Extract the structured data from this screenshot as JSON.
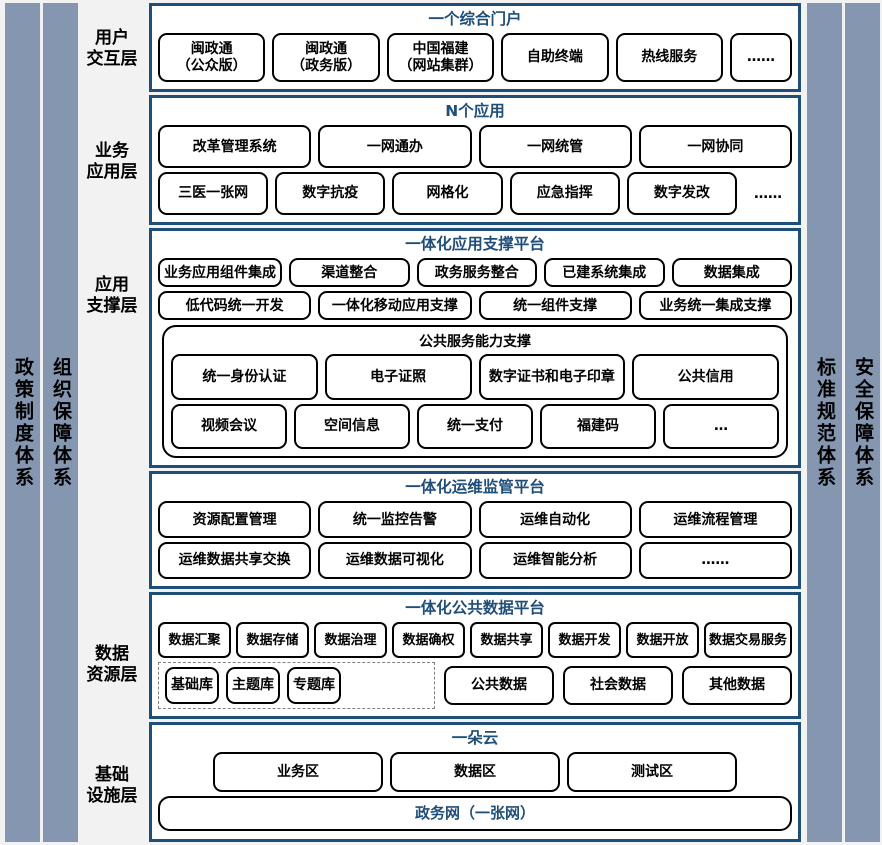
{
  "colors": {
    "pillar_bg": "#8496B0",
    "layer_border": "#1F4E79",
    "title_text": "#1F4E79",
    "page_bg": "#F2F2F2",
    "pill_border": "#000000",
    "dashed_border": "#7F7F7F"
  },
  "left_pillars": [
    {
      "label": "政策制度体系"
    },
    {
      "label": "组织保障体系"
    }
  ],
  "right_pillars": [
    {
      "label": "标准规范体系"
    },
    {
      "label": "安全保障体系"
    }
  ],
  "layer_labels": [
    {
      "line1": "用户",
      "line2": "交互层"
    },
    {
      "line1": "业务",
      "line2": "应用层"
    },
    {
      "line1": "应用",
      "line2": "支撑层"
    },
    {
      "line1": "数据",
      "line2": "资源层"
    },
    {
      "line1": "基础",
      "line2": "设施层"
    }
  ],
  "layers": [
    {
      "id": "portal",
      "title": "一个综合门户",
      "rows": [
        {
          "items": [
            {
              "label": "闽政通\n（公众版）"
            },
            {
              "label": "闽政通\n（政务版）"
            },
            {
              "label": "中国福建\n（网站集群）"
            },
            {
              "label": "自助终端"
            },
            {
              "label": "热线服务"
            },
            {
              "label": "……"
            }
          ]
        }
      ]
    },
    {
      "id": "apps",
      "title": "N个应用",
      "rows": [
        {
          "items": [
            {
              "label": "改革管理系统"
            },
            {
              "label": "一网通办"
            },
            {
              "label": "一网统管"
            },
            {
              "label": "一网协同"
            }
          ]
        },
        {
          "items": [
            {
              "label": "三医一张网"
            },
            {
              "label": "数字抗疫"
            },
            {
              "label": "网格化"
            },
            {
              "label": "应急指挥"
            },
            {
              "label": "数字发改"
            },
            {
              "label": "……",
              "plain": true
            }
          ]
        }
      ]
    },
    {
      "id": "app-support",
      "title": "一体化应用支撑平台",
      "rows": [
        {
          "items": [
            {
              "label": "业务应用组件集成"
            },
            {
              "label": "渠道整合"
            },
            {
              "label": "政务服务整合"
            },
            {
              "label": "已建系统集成"
            },
            {
              "label": "数据集成"
            }
          ]
        },
        {
          "items": [
            {
              "label": "低代码统一开发"
            },
            {
              "label": "一体化移动应用支撑"
            },
            {
              "label": "统一组件支撑"
            },
            {
              "label": "业务统一集成支撑"
            }
          ]
        }
      ],
      "subgroup": {
        "title": "公共服务能力支撑",
        "rows": [
          {
            "items": [
              {
                "label": "统一身份认证"
              },
              {
                "label": "电子证照"
              },
              {
                "label": "数字证书和电子印章"
              },
              {
                "label": "公共信用"
              }
            ]
          },
          {
            "items": [
              {
                "label": "视频会议"
              },
              {
                "label": "空间信息"
              },
              {
                "label": "统一支付"
              },
              {
                "label": "福建码"
              },
              {
                "label": "…"
              }
            ]
          }
        ]
      }
    },
    {
      "id": "ops",
      "title": "一体化运维监管平台",
      "rows": [
        {
          "items": [
            {
              "label": "资源配置管理"
            },
            {
              "label": "统一监控告警"
            },
            {
              "label": "运维自动化"
            },
            {
              "label": "运维流程管理"
            }
          ]
        },
        {
          "items": [
            {
              "label": "运维数据共享交换"
            },
            {
              "label": "运维数据可视化"
            },
            {
              "label": "运维智能分析"
            },
            {
              "label": "……"
            }
          ]
        }
      ]
    },
    {
      "id": "data",
      "title": "一体化公共数据平台",
      "rows": [
        {
          "items": [
            {
              "label": "数据汇聚"
            },
            {
              "label": "数据存储"
            },
            {
              "label": "数据治理"
            },
            {
              "label": "数据确权"
            },
            {
              "label": "数据共享"
            },
            {
              "label": "数据开发"
            },
            {
              "label": "数据开放"
            },
            {
              "label": "数据交易服务"
            }
          ]
        }
      ],
      "dashed_items": [
        {
          "label": "基础库"
        },
        {
          "label": "主题库"
        },
        {
          "label": "专题库"
        }
      ],
      "outside_items": [
        {
          "label": "公共数据"
        },
        {
          "label": "社会数据"
        },
        {
          "label": "其他数据"
        }
      ]
    },
    {
      "id": "infra",
      "title": "一朵云",
      "rows": [
        {
          "items": [
            {
              "label": "业务区"
            },
            {
              "label": "数据区"
            },
            {
              "label": "测试区"
            }
          ]
        }
      ],
      "footer": {
        "label": "政务网（一张网）"
      }
    }
  ]
}
